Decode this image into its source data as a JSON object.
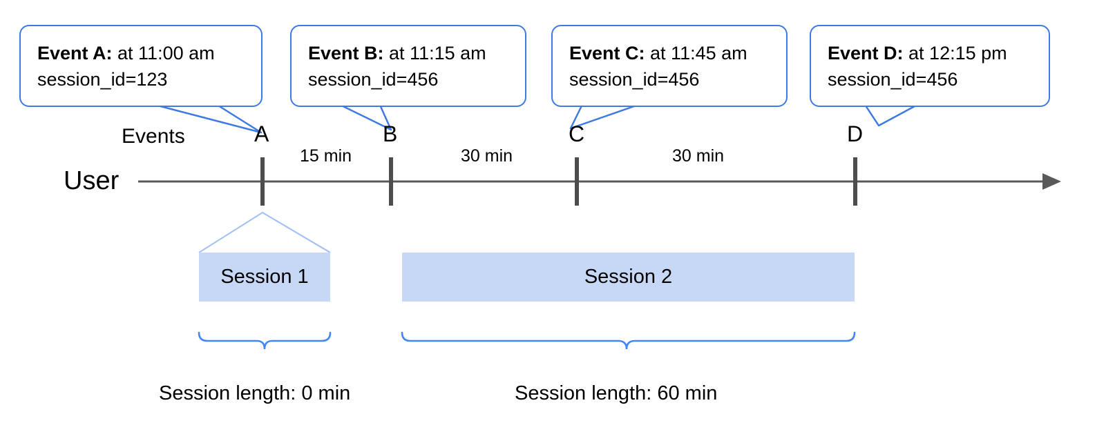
{
  "diagram": {
    "title_axis_label": "User",
    "events_row_label": "Events",
    "colors": {
      "callout_border": "#3d7ae4",
      "brace_blue": "#4285f4",
      "session_fill": "#c7d8f6",
      "axis_gray": "#595959",
      "leader_light_blue": "#a4c2f4"
    }
  },
  "callouts": [
    {
      "id": "A",
      "bold": "Event A:",
      "rest": " at 11:00 am",
      "line2": "session_id=123"
    },
    {
      "id": "B",
      "bold": "Event B:",
      "rest": " at 11:15 am",
      "line2": "session_id=456"
    },
    {
      "id": "C",
      "bold": "Event C:",
      "rest": " at 11:45 am",
      "line2": "session_id=456"
    },
    {
      "id": "D",
      "bold": "Event D:",
      "rest": " at 12:15 pm",
      "line2": "session_id=456"
    }
  ],
  "ticks": [
    {
      "label": "A"
    },
    {
      "label": "B"
    },
    {
      "label": "C"
    },
    {
      "label": "D"
    }
  ],
  "gaps": [
    {
      "label": "15 min"
    },
    {
      "label": "30 min"
    },
    {
      "label": "30 min"
    }
  ],
  "sessions": [
    {
      "name": "Session 1",
      "length_label": "Session length: 0 min"
    },
    {
      "name": "Session 2",
      "length_label": "Session length: 60 min"
    }
  ],
  "chart_data": {
    "type": "timeline",
    "title": "User event timeline with sessionization",
    "xlabel": "",
    "ylabel": "",
    "axis_label": "User",
    "series_label": "Events",
    "events": [
      {
        "label": "A",
        "time": "11:00 am",
        "session_id": "123",
        "x_min": 0
      },
      {
        "label": "B",
        "time": "11:15 am",
        "session_id": "456",
        "x_min": 15
      },
      {
        "label": "C",
        "time": "11:45 am",
        "session_id": "456",
        "x_min": 45
      },
      {
        "label": "D",
        "time": "12:15 pm",
        "session_id": "456",
        "x_min": 75
      }
    ],
    "intervals": [
      {
        "from": "A",
        "to": "B",
        "label": "15 min",
        "minutes": 15
      },
      {
        "from": "B",
        "to": "C",
        "label": "30 min",
        "minutes": 30
      },
      {
        "from": "C",
        "to": "D",
        "label": "30 min",
        "minutes": 30
      }
    ],
    "sessions": [
      {
        "name": "Session 1",
        "session_id": "123",
        "events": [
          "A"
        ],
        "length_min": 0,
        "length_label": "Session length: 0 min"
      },
      {
        "name": "Session 2",
        "session_id": "456",
        "events": [
          "B",
          "C",
          "D"
        ],
        "length_min": 60,
        "length_label": "Session length: 60 min"
      }
    ]
  }
}
